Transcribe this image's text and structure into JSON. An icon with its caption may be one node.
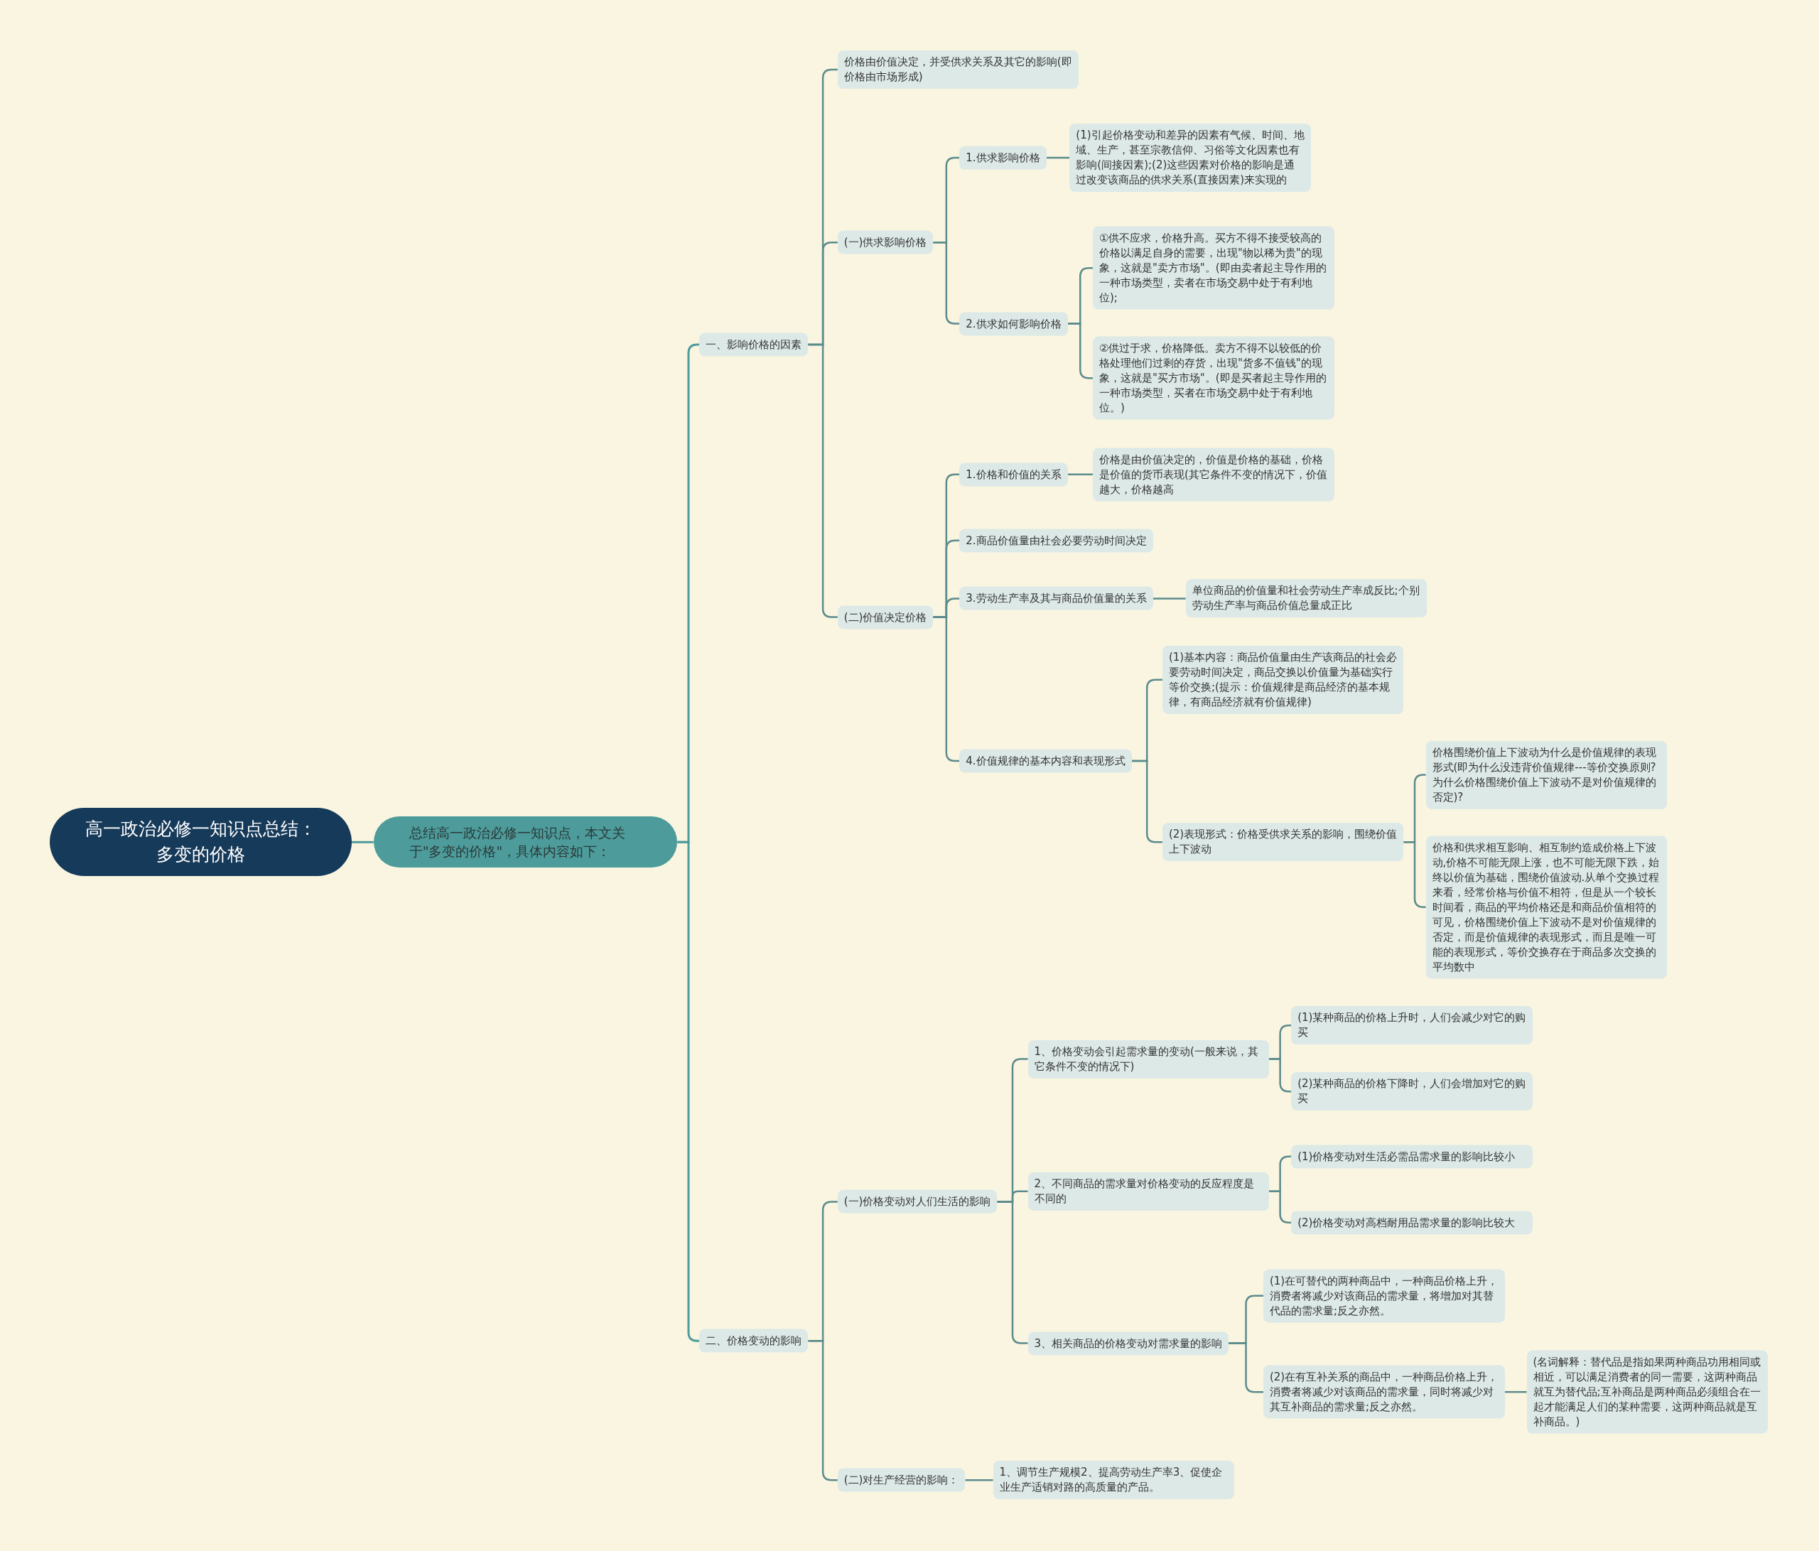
{
  "diagram": {
    "nodes": [
      {
        "text": [
          "高一政治必修一知识点总结：多变的价格"
        ]
      },
      {
        "text": [
          "总结高一政治必修一知识点，本文关于\"多变的价格\"，具体内容如下："
        ]
      },
      {
        "text": [
          "一、影响价格的因素"
        ]
      },
      {
        "text": [
          "价格由价值决定，并受供求关系及其它的影响(即价格由市场形成)"
        ]
      },
      {
        "text": [
          "(一)供求影响价格"
        ]
      },
      {
        "text": [
          "1.供求影响价格"
        ]
      },
      {
        "text": [
          "(1)引起价格变动和差异的因素有气候、时间、地域、生产，甚至宗教信仰、习俗等文化因素也有影响(间接因素);(2)这些因素对价格的影响是通过改变该商品的供求关系(直接因素)来实现的"
        ]
      },
      {
        "text": [
          "2.供求如何影响价格"
        ]
      },
      {
        "text": [
          "①供不应求，价格升高。买方不得不接受较高的价格以满足自身的需要，出现\"物以稀为贵\"的现象，这就是\"卖方市场\"。(即由卖者起主导作用的一种市场类型，卖者在市场交易中处于有利地位);"
        ]
      },
      {
        "text": [
          "②供过于求，价格降低。卖方不得不以较低的价格处理他们过剩的存货，出现\"货多不值钱\"的现象，这就是\"买方市场\"。(即是买者起主导作用的一种市场类型，买者在市场交易中处于有利地位。)"
        ]
      },
      {
        "text": [
          "(二)价值决定价格"
        ]
      },
      {
        "text": [
          "1.价格和价值的关系"
        ]
      },
      {
        "text": [
          "价格是由价值决定的，价值是价格的基础，价格是价值的货币表现(其它条件不变的情况下，价值越大，价格越高"
        ]
      },
      {
        "text": [
          "2.商品价值量由社会必要劳动时间决定"
        ]
      },
      {
        "text": [
          "3.劳动生产率及其与商品价值量的关系"
        ]
      },
      {
        "text": [
          "单位商品的价值量和社会劳动生产率成反比;个别劳动生产率与商品价值总量成正比"
        ]
      },
      {
        "text": [
          "4.价值规律的基本内容和表现形式"
        ]
      },
      {
        "text": [
          "(1)基本内容：商品价值量由生产该商品的社会必要劳动时间决定，商品交换以价值量为基础实行等价交换;(提示：价值规律是商品经济的基本规律，有商品经济就有价值规律)"
        ]
      },
      {
        "text": [
          "(2)表现形式：价格受供求关系的影响，围绕价值上下波动"
        ]
      },
      {
        "text": [
          "价格围绕价值上下波动为什么是价值规律的表现形式(即为什么没违背价值规律---等价交换原则?为什么价格围绕价值上下波动不是对价值规律的否定)?"
        ]
      },
      {
        "text": [
          "价格和供求相互影响、相互制约造成价格上下波动,价格不可能无限上涨，也不可能无限下跌，始终以价值为基础，围绕价值波动.从单个交换过程来看，经常价格与价值不相符，但是从一个较长时间看，商品的平均价格还是和商品价值相符的可见，价格围绕价值上下波动不是对价值规律的否定，而是价值规律的表现形式，而且是唯一可能的表现形式，等价交换存在于商品多次交换的平均数中"
        ]
      },
      {
        "text": [
          "二、价格变动的影响"
        ]
      },
      {
        "text": [
          "(一)价格变动对人们生活的影响"
        ]
      },
      {
        "text": [
          "1、价格变动会引起需求量的变动(一般来说，其它条件不变的情况下)"
        ]
      },
      {
        "text": [
          "(1)某种商品的价格上升时，人们会减少对它的购买"
        ]
      },
      {
        "text": [
          "(2)某种商品的价格下降时，人们会增加对它的购买"
        ]
      },
      {
        "text": [
          "2、不同商品的需求量对价格变动的反应程度是不同的"
        ]
      },
      {
        "text": [
          "(1)价格变动对生活必需品需求量的影响比较小"
        ]
      },
      {
        "text": [
          "(2)价格变动对高档耐用品需求量的影响比较大"
        ]
      },
      {
        "text": [
          "3、相关商品的价格变动对需求量的影响"
        ]
      },
      {
        "text": [
          "(1)在可替代的两种商品中，一种商品价格上升，消费者将减少对该商品的需求量，将增加对其替代品的需求量;反之亦然。"
        ]
      },
      {
        "text": [
          "(2)在有互补关系的商品中，一种商品价格上升，消费者将减少对该商品的需求量，同时将减少对其互补商品的需求量;反之亦然。"
        ]
      },
      {
        "text": [
          "(名词解释：替代品是指如果两种商品功用相同或相近，可以满足消费者的同一需要，这两种商品就互为替代品;互补商品是两种商品必须组合在一起才能满足人们的某种需要，这两种商品就是互补商品。)"
        ]
      },
      {
        "text": [
          "(二)对生产经营的影响："
        ]
      },
      {
        "text": [
          "1、调节生产规模2、提高劳动生产率3、促使企业生产适销对路的高质量的产品。"
        ]
      }
    ],
    "edges": [
      {
        "from": 0,
        "to": 1,
        "arrow": "none"
      },
      {
        "from": 1,
        "to": 2,
        "arrow": "none"
      },
      {
        "from": 1,
        "to": 21,
        "arrow": "none"
      },
      {
        "from": 2,
        "to": 3,
        "arrow": "none"
      },
      {
        "from": 2,
        "to": 4,
        "arrow": "none"
      },
      {
        "from": 2,
        "to": 10,
        "arrow": "none"
      },
      {
        "from": 4,
        "to": 5,
        "arrow": "none"
      },
      {
        "from": 4,
        "to": 7,
        "arrow": "none"
      },
      {
        "from": 5,
        "to": 6,
        "arrow": "none"
      },
      {
        "from": 7,
        "to": 8,
        "arrow": "none"
      },
      {
        "from": 7,
        "to": 9,
        "arrow": "none"
      },
      {
        "from": 10,
        "to": 11,
        "arrow": "none"
      },
      {
        "from": 10,
        "to": 13,
        "arrow": "none"
      },
      {
        "from": 10,
        "to": 14,
        "arrow": "none"
      },
      {
        "from": 10,
        "to": 16,
        "arrow": "none"
      },
      {
        "from": 11,
        "to": 12,
        "arrow": "none"
      },
      {
        "from": 14,
        "to": 15,
        "arrow": "none"
      },
      {
        "from": 16,
        "to": 17,
        "arrow": "none"
      },
      {
        "from": 16,
        "to": 18,
        "arrow": "none"
      },
      {
        "from": 18,
        "to": 19,
        "arrow": "none"
      },
      {
        "from": 18,
        "to": 20,
        "arrow": "none"
      },
      {
        "from": 21,
        "to": 22,
        "arrow": "none"
      },
      {
        "from": 21,
        "to": 33,
        "arrow": "none"
      },
      {
        "from": 22,
        "to": 23,
        "arrow": "none"
      },
      {
        "from": 22,
        "to": 26,
        "arrow": "none"
      },
      {
        "from": 22,
        "to": 29,
        "arrow": "none"
      },
      {
        "from": 23,
        "to": 24,
        "arrow": "none"
      },
      {
        "from": 23,
        "to": 25,
        "arrow": "none"
      },
      {
        "from": 26,
        "to": 27,
        "arrow": "none"
      },
      {
        "from": 26,
        "to": 28,
        "arrow": "none"
      },
      {
        "from": 29,
        "to": 30,
        "arrow": "none"
      },
      {
        "from": 29,
        "to": 31,
        "arrow": "none"
      },
      {
        "from": 31,
        "to": 32,
        "arrow": "none"
      },
      {
        "from": 33,
        "to": 34,
        "arrow": "none"
      }
    ]
  }
}
